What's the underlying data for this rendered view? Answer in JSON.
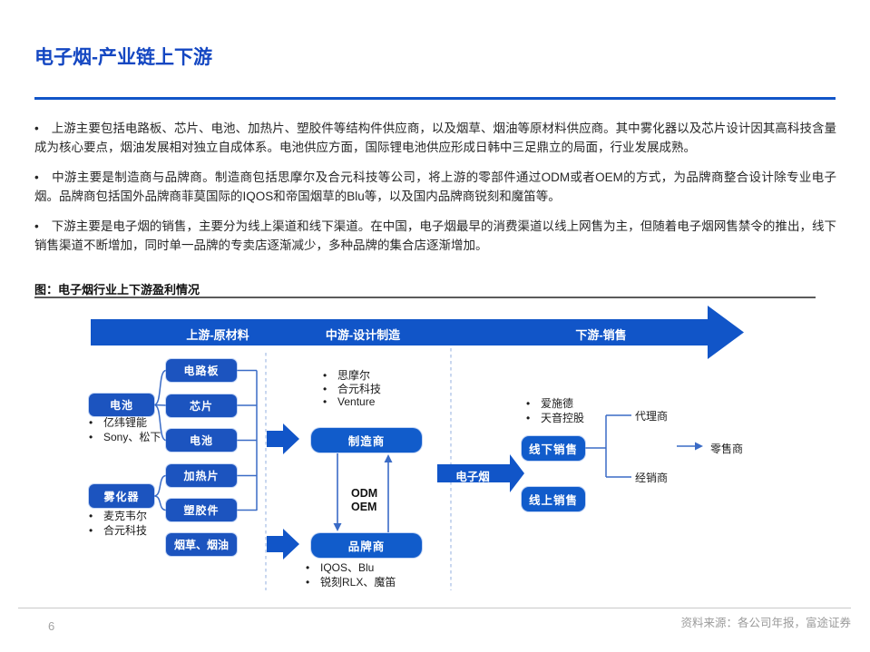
{
  "glyphs": {
    "bullet": "•"
  },
  "slide": {
    "title": "电子烟-产业链上下游",
    "page_number": "6",
    "source": "资料来源：各公司年报，富途证券"
  },
  "paragraphs": [
    "上游主要包括电路板、芯片、电池、加热片、塑胶件等结构件供应商，以及烟草、烟油等原材料供应商。其中雾化器以及芯片设计因其高科技含量成为核心要点，烟油发展相对独立自成体系。电池供应方面，国际锂电池供应形成日韩中三足鼎立的局面，行业发展成熟。",
    "中游主要是制造商与品牌商。制造商包括思摩尔及合元科技等公司，将上游的零部件通过ODM或者OEM的方式，为品牌商整合设计除专业电子烟。品牌商包括国外品牌商菲莫国际的IQOS和帝国烟草的Blu等，以及国内品牌商锐刻和魔笛等。",
    "下游主要是电子烟的销售，主要分为线上渠道和线下渠道。在中国，电子烟最早的消费渠道以线上网售为主，但随着电子烟网售禁令的推出，线下销售渠道不断增加，同时单一品牌的专卖店逐渐减少，多种品牌的集合店逐渐增加。"
  ],
  "figure": {
    "caption": "图：电子烟行业上下游盈利情况",
    "stages": [
      "上游-原材料",
      "中游-设计制造",
      "下游-销售"
    ],
    "upstream": {
      "battery": "电池",
      "battery_suppliers": [
        "亿纬锂能",
        "Sony、松下"
      ],
      "atomizer": "雾化器",
      "atomizer_suppliers": [
        "麦克韦尔",
        "合元科技"
      ],
      "components": [
        "电路板",
        "芯片",
        "电池",
        "加热片",
        "塑胶件",
        "烟草、烟油"
      ]
    },
    "midstream": {
      "manufacturer": "制造商",
      "manufacturer_companies": [
        "思摩尔",
        "合元科技",
        "Venture"
      ],
      "odm": "ODM",
      "oem": "OEM",
      "brand": "品牌商",
      "brand_companies": [
        "IQOS、Blu",
        "锐刻RLX、魔笛"
      ]
    },
    "downstream": {
      "product": "电子烟",
      "channel_companies": [
        "爱施德",
        "天音控股"
      ],
      "offline": "线下销售",
      "online": "线上销售",
      "agent": "代理商",
      "dealer": "经销商",
      "retailer": "零售商"
    }
  },
  "colors": {
    "title_blue": "#1447C2",
    "arrow_blue": "#1155C8",
    "box_blue": "#1C54BF",
    "rounded_box_blue": "#115CCB",
    "connector_blue": "#3A6BC6",
    "dashed_blue": "#B2C6E8"
  }
}
